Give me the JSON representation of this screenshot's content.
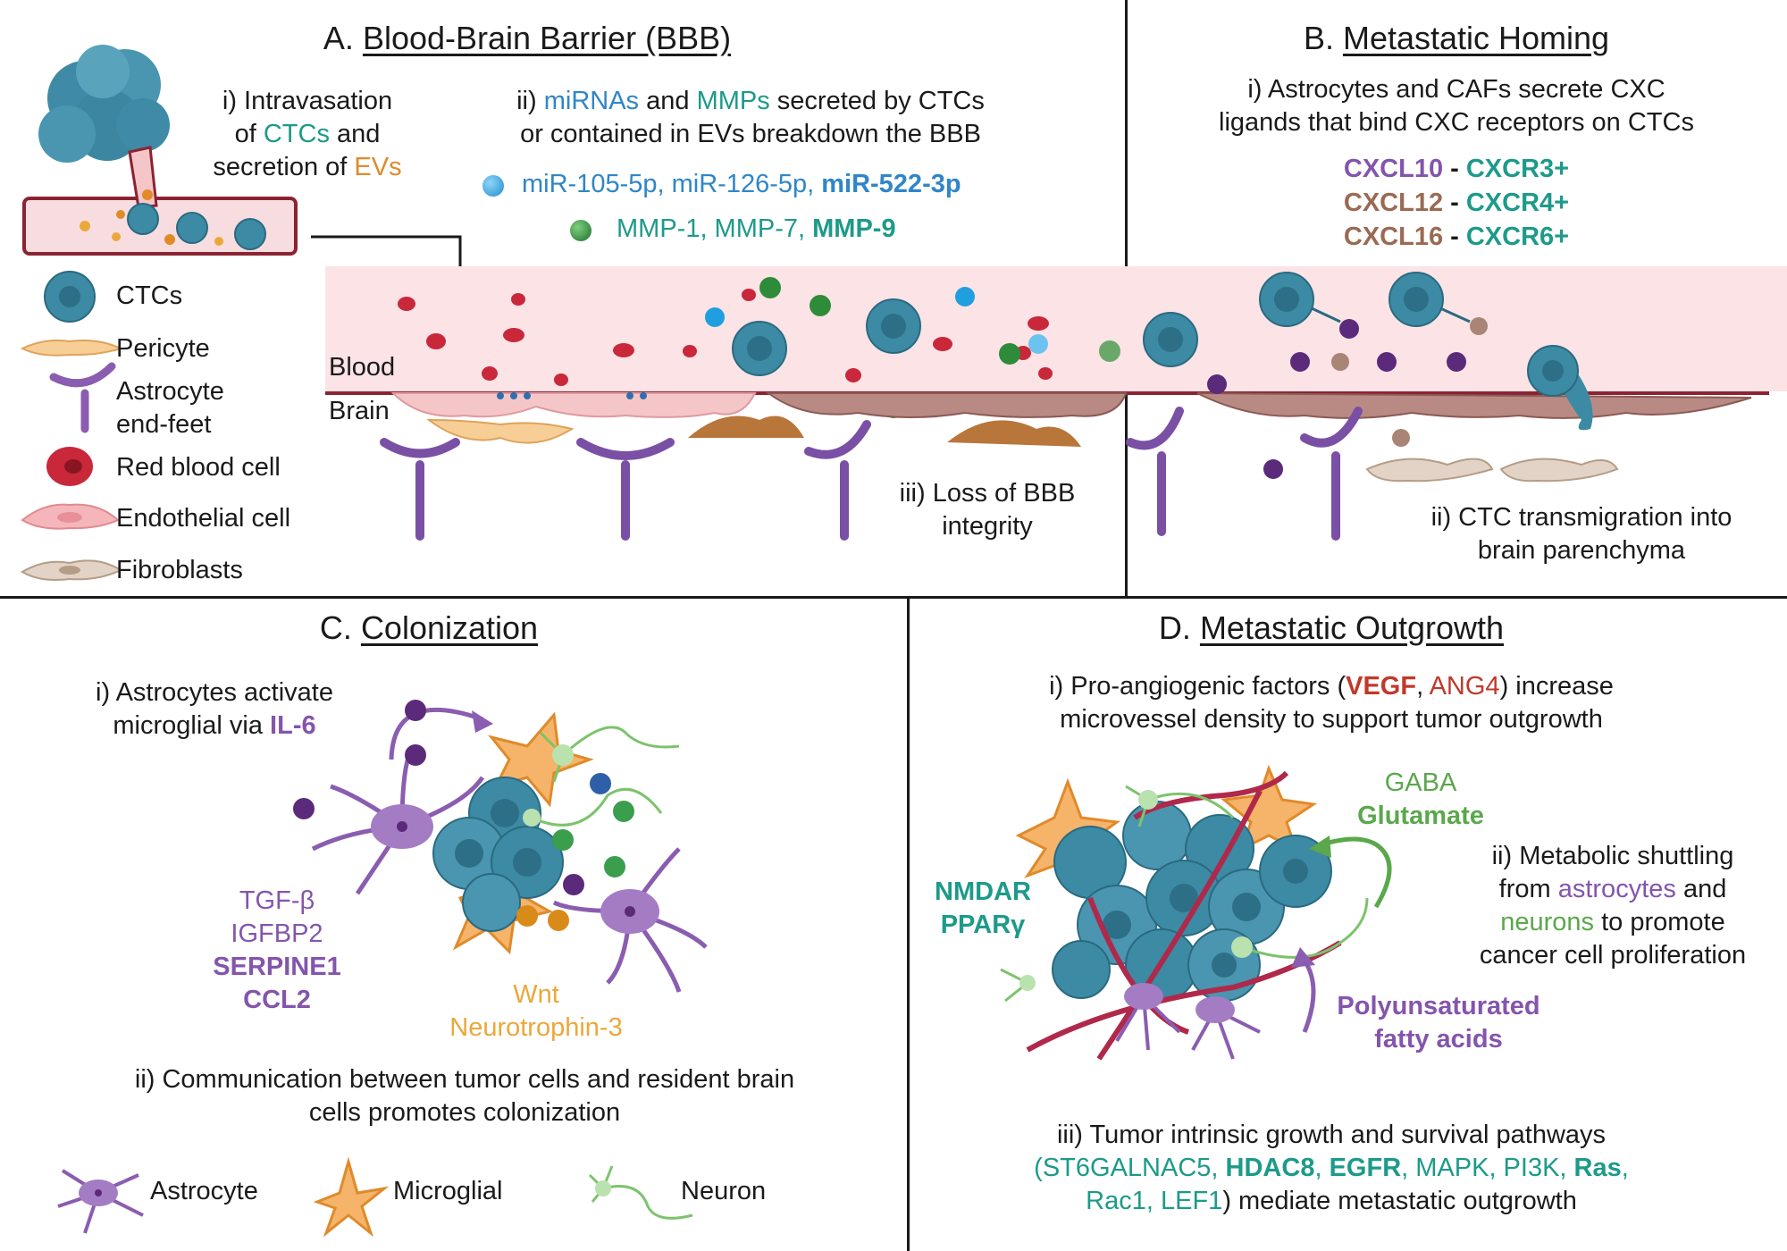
{
  "panel_a": {
    "title_prefix": "A. ",
    "title": "Blood-Brain Barrier (BBB)",
    "step_i": {
      "l1": "i) Intravasation",
      "l2a": "of ",
      "l2b": "CTCs",
      "l2c": " and",
      "l3a": "secretion of ",
      "l3b": "EVs"
    },
    "step_ii": {
      "a": "ii) ",
      "b": "miRNAs",
      "c": " and ",
      "d": "MMPs",
      "e": " secreted by CTCs",
      "l2": "or contained in EVs breakdown the BBB"
    },
    "mirna": {
      "plain": "miR-105-5p, miR-126-5p, ",
      "bold": "miR-522-3p"
    },
    "mmp": {
      "plain": "MMP-1, MMP-7, ",
      "bold": "MMP-9"
    },
    "blood_label": "Blood",
    "brain_label": "Brain",
    "step_iii": {
      "l1": "iii) Loss of BBB",
      "l2": "integrity"
    }
  },
  "legend": [
    {
      "icon": "ctc-icon",
      "label": "CTCs"
    },
    {
      "icon": "pericyte-icon",
      "label": "Pericyte"
    },
    {
      "icon": "astrocyte-endfeet-icon",
      "label": "Astrocyte",
      "label2": "end-feet"
    },
    {
      "icon": "red-blood-cell-icon",
      "label": "Red blood cell"
    },
    {
      "icon": "endothelial-cell-icon",
      "label": "Endothelial cell"
    },
    {
      "icon": "fibroblast-icon",
      "label": "Fibroblasts"
    }
  ],
  "panel_b": {
    "title_prefix": "B. ",
    "title": "Metastatic Homing",
    "step_i": {
      "l1": "i) Astrocytes and CAFs secrete CXC",
      "l2": "ligands that bind CXC receptors on CTCs"
    },
    "pairs": [
      {
        "ligand": "CXCL10",
        "sep": " - ",
        "receptor": "CXCR3+"
      },
      {
        "ligand": "CXCL12",
        "sep": " - ",
        "receptor": "CXCR4+"
      },
      {
        "ligand": "CXCL16",
        "sep": " - ",
        "receptor": "CXCR6+"
      }
    ],
    "step_ii": {
      "l1": "ii) CTC transmigration into",
      "l2": "brain parenchyma"
    }
  },
  "panel_c": {
    "title_prefix": "C. ",
    "title": "Colonization",
    "step_i": {
      "l1": "i) Astrocytes activate",
      "l2a": "microglial via ",
      "l2b": "IL-6"
    },
    "astro_factors": {
      "f1": "TGF-β",
      "f2": "IGFBP2",
      "f3": "SERPINE1",
      "f4": "CCL2"
    },
    "micro_factors": {
      "f1": "Wnt",
      "f2": "Neurotrophin-3"
    },
    "step_ii": {
      "l1": "ii) Communication between tumor cells and resident brain",
      "l2": "cells promotes colonization"
    },
    "legend": {
      "astrocyte": "Astrocyte",
      "microglial": "Microglial",
      "neuron": "Neuron"
    }
  },
  "panel_d": {
    "title_prefix": "D. ",
    "title": "Metastatic Outgrowth",
    "step_i": {
      "a": "i) Pro-angiogenic factors (",
      "b": "VEGF",
      "c": ", ",
      "d": "ANG4",
      "e": ") increase",
      "l2": "microvessel density to support tumor outgrowth"
    },
    "gaba": "GABA",
    "glutamate": "Glutamate",
    "nmdar": "NMDAR",
    "ppar": "PPARγ",
    "step_ii": {
      "l1": "ii) Metabolic shuttling",
      "l2a": "from ",
      "l2b": "astrocytes",
      "l2c": " and",
      "l3a": "neurons",
      "l3b": " to promote",
      "l4": "cancer cell proliferation"
    },
    "pufa": {
      "l1": "Polyunsaturated",
      "l2": "fatty acids"
    },
    "step_iii": {
      "l1": "iii) Tumor intrinsic growth and survival pathways",
      "p0": "(",
      "p1": "ST6GALNAC5",
      "p2": ", ",
      "p3": "HDAC8",
      "p4": ", ",
      "p5": "EGFR",
      "p6": ", MAPK, PI3K, ",
      "p7": "Ras",
      "p8": ",",
      "l3a": "Rac1, LEF1",
      "l3b": ") mediate metastatic outgrowth"
    }
  },
  "colors": {
    "ctc": "#3c8aa3",
    "rbc": "#c8283a",
    "endothelial": "#f4c6c8",
    "astrocyte": "#8a5db0",
    "microglia": "#f2a65a",
    "neuron": "#7cc36c",
    "fibroblast": "#cdb7a6",
    "blood": "#fbe3e6"
  }
}
